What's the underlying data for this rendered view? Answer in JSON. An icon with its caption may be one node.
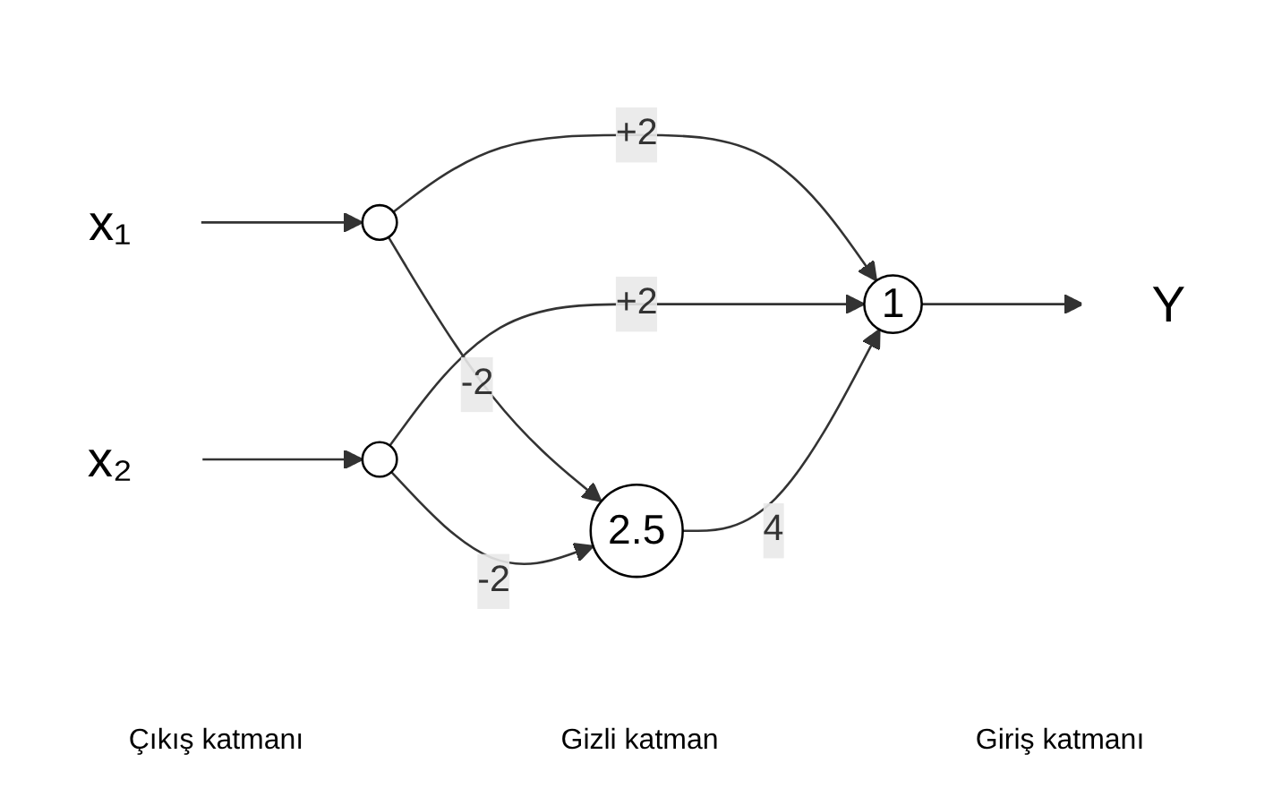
{
  "diagram": {
    "nodes": [
      {
        "text": [
          "x₁"
        ]
      },
      {
        "text": [],
        "shape": "circle"
      },
      {
        "text": [
          "x₂"
        ]
      },
      {
        "text": [],
        "shape": "circle"
      },
      {
        "text": [
          "2.5"
        ]
      },
      {
        "text": [
          "1"
        ]
      },
      {
        "text": [
          "Y"
        ]
      }
    ],
    "edges": [
      {
        "from": 0,
        "to": 1,
        "arrow": "to"
      },
      {
        "from": 2,
        "to": 3,
        "arrow": "to"
      },
      {
        "from": 1,
        "to": 4,
        "arrow": "to",
        "label": "-2"
      },
      {
        "from": 1,
        "to": 5,
        "arrow": "to",
        "label": "+2"
      },
      {
        "from": 3,
        "to": 4,
        "arrow": "to",
        "label": "-2"
      },
      {
        "from": 3,
        "to": 5,
        "arrow": "to",
        "label": "+2"
      },
      {
        "from": 4,
        "to": 5,
        "arrow": "to",
        "label": "4"
      },
      {
        "from": 5,
        "to": 6,
        "arrow": "to"
      }
    ],
    "labels": [
      "Çıkış katmanı",
      "Gizli katman",
      "Giriş katmanı"
    ]
  }
}
